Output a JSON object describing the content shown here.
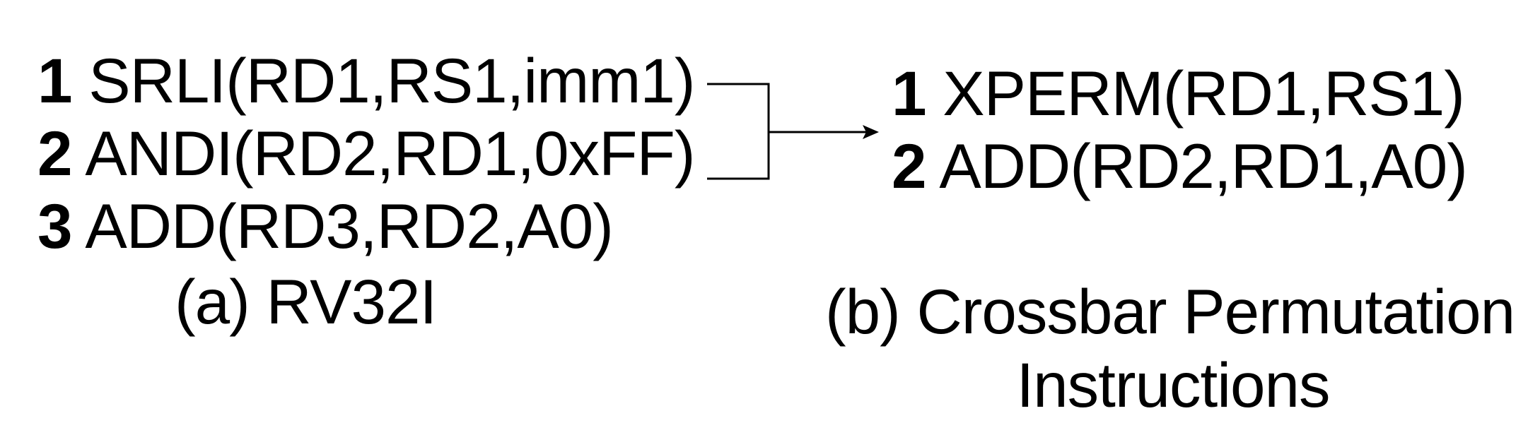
{
  "left": {
    "lines": [
      {
        "num": "1",
        "text": "SRLI(RD1,RS1,imm1)"
      },
      {
        "num": "2",
        "text": "ANDI(RD2,RD1,0xFF)"
      },
      {
        "num": "3",
        "text": "ADD(RD3,RD2,A0)"
      }
    ],
    "caption": "(a) RV32I"
  },
  "right": {
    "lines": [
      {
        "num": "1",
        "text": "XPERM(RD1,RS1)"
      },
      {
        "num": "2",
        "text": "ADD(RD2,RD1,A0)"
      }
    ],
    "caption_line1": "(b) Crossbar Permutation",
    "caption_line2": "Instructions"
  },
  "colors": {
    "stroke": "#000000",
    "background": "#ffffff"
  }
}
